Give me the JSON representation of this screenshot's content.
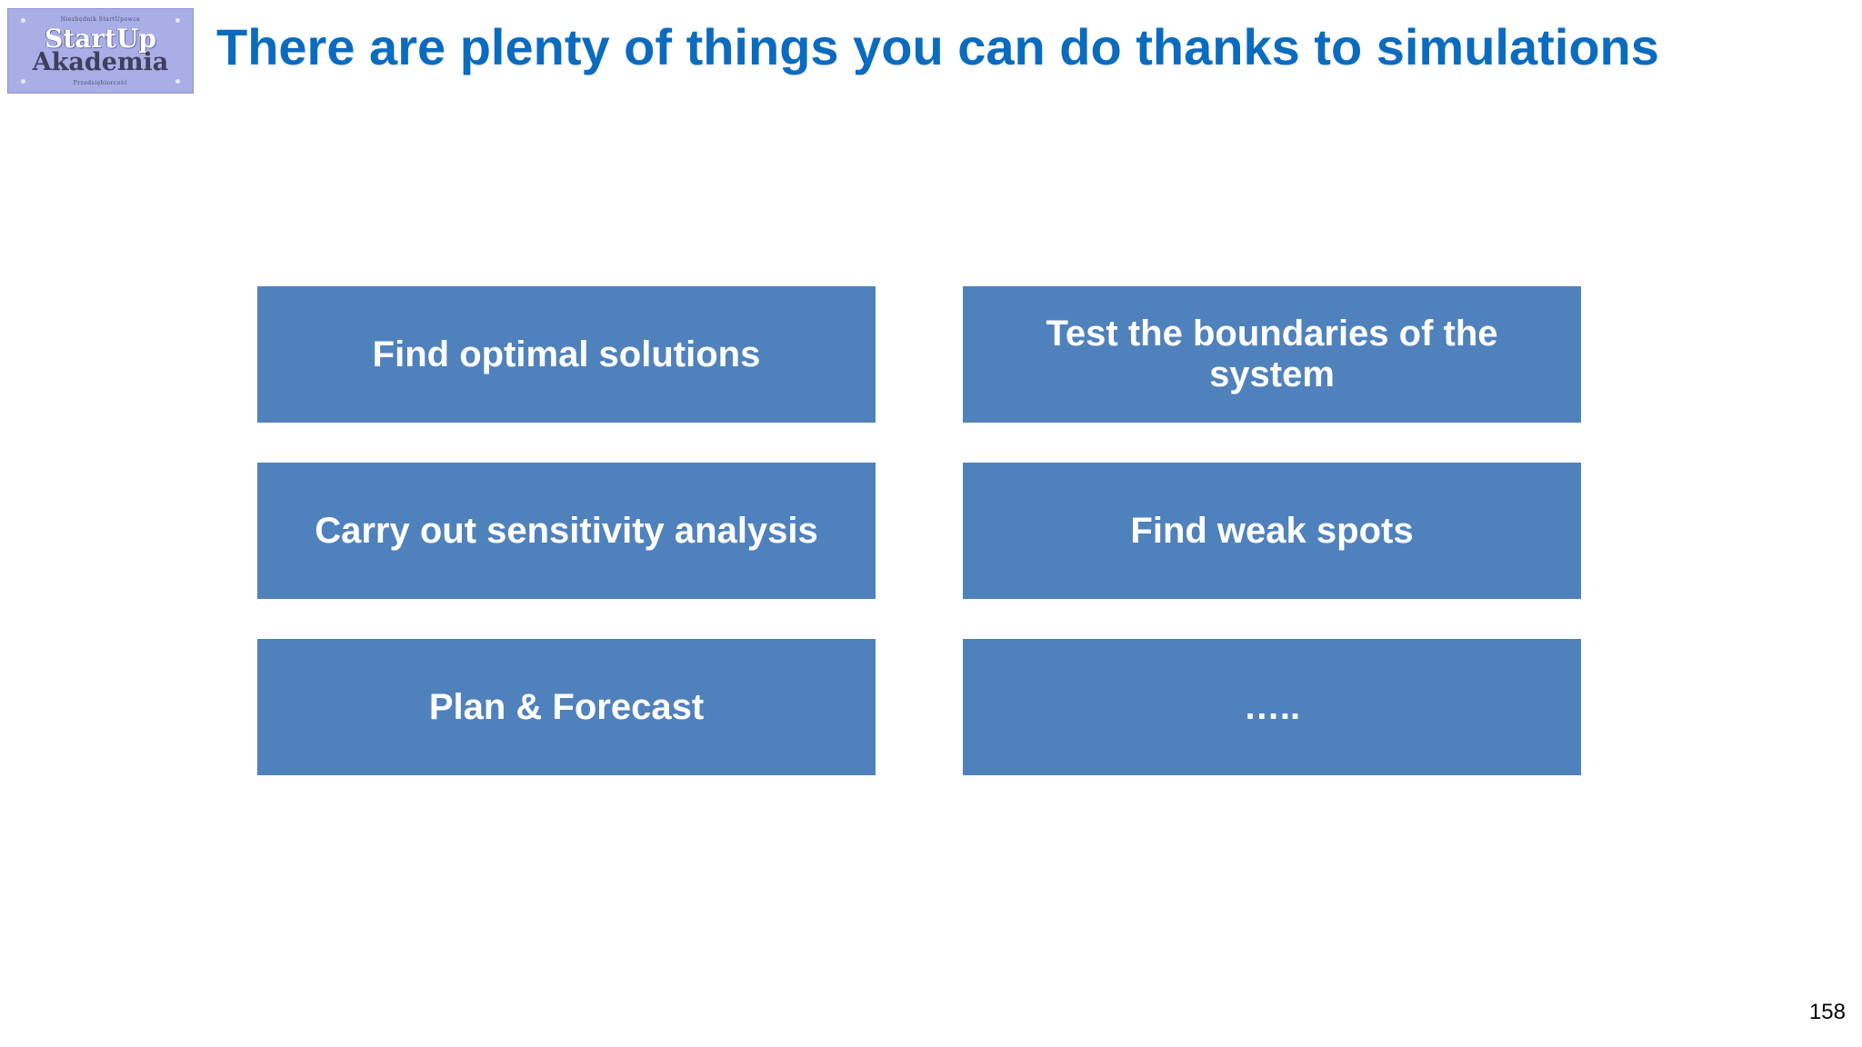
{
  "logo": {
    "tagline_top": "Niezbędnik StartUpowca",
    "line1": "StartUp",
    "line2": "Akademia",
    "tagline_bottom": "Przedsiębiorcość"
  },
  "title": "There are plenty of things you can do thanks to simulations",
  "boxes": {
    "find_optimal": "Find optimal solutions",
    "test_boundaries": "Test the boundaries of the system",
    "sensitivity": "Carry out sensitivity analysis",
    "weak_spots": "Find weak spots",
    "plan_forecast": "Plan & Forecast",
    "more": "….."
  },
  "colors": {
    "title": "#0b6bbf",
    "box_fill": "#4f81bd",
    "box_text": "#ffffff",
    "logo_bg": "#a9aee6"
  },
  "page_number": "158"
}
